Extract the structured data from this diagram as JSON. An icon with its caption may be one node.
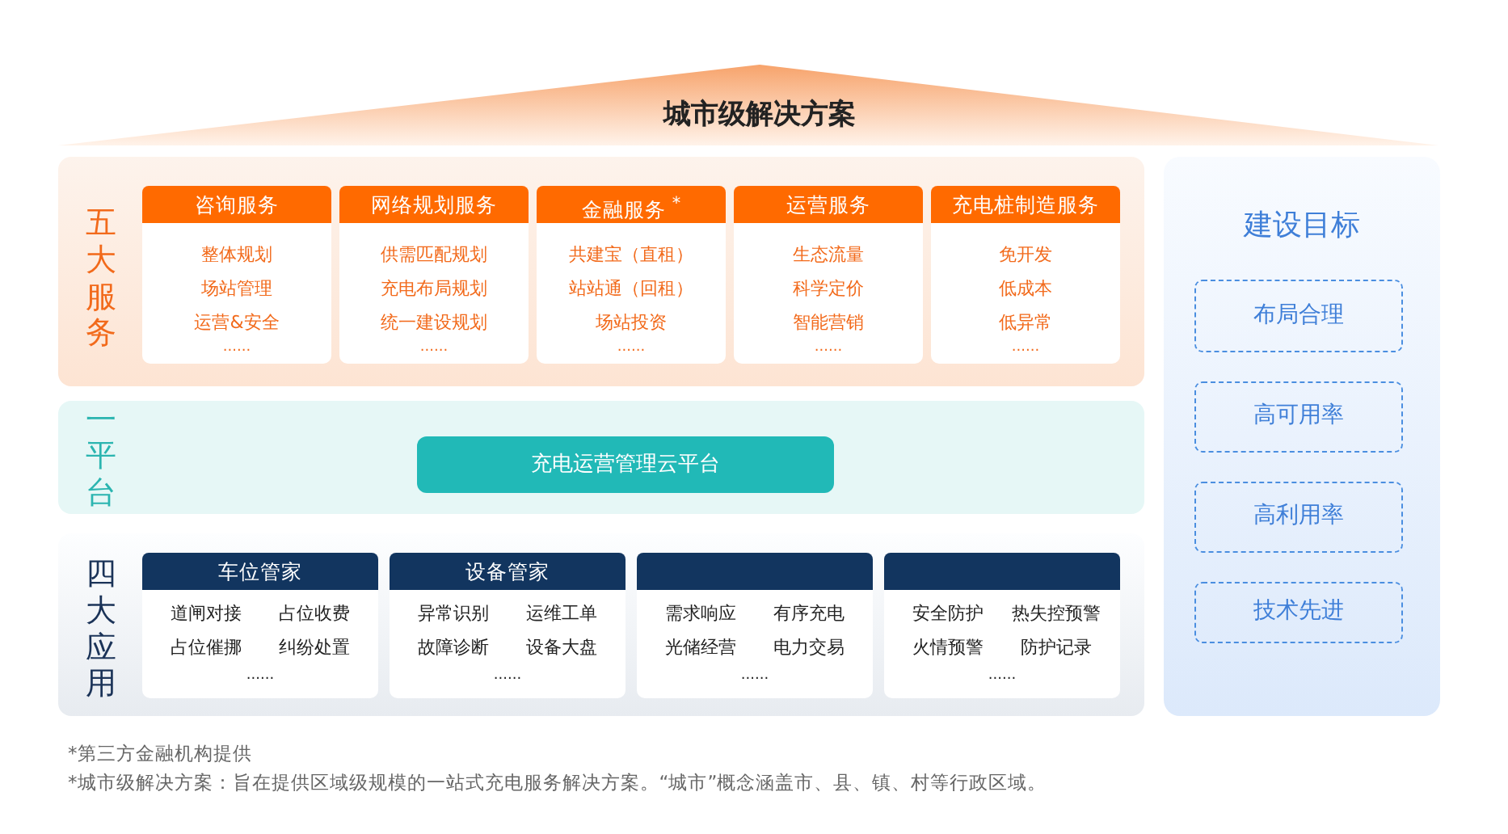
{
  "diagram": {
    "title": "城市级解决方案",
    "nodes": [
      {
        "text": [
          "五大服务"
        ]
      },
      {
        "text": [
          "咨询服务",
          "整体规划",
          "场站管理",
          "运营&安全",
          "......"
        ],
        "in": 0
      },
      {
        "text": [
          "网络规划服务",
          "供需匹配规划",
          "充电布局规划",
          "统一建设规划",
          "......"
        ],
        "in": 0
      },
      {
        "text": [
          "金融服务 $^{*}$",
          "共建宝（直租）",
          "站站通（回租）",
          "场站投资",
          "......"
        ],
        "in": 0
      },
      {
        "text": [
          "运营服务",
          "生态流量",
          "科学定价",
          "智能营销",
          "......"
        ],
        "in": 0
      },
      {
        "text": [
          "充电桩制造服务",
          "免开发",
          "低成本",
          "低异常",
          "......"
        ],
        "in": 0
      },
      {
        "text": [
          "一平台"
        ]
      },
      {
        "text": [
          "充电运营管理云平台"
        ],
        "in": 6
      },
      {
        "text": [
          "四大应用"
        ]
      },
      {
        "text": [
          "车位管家",
          "道闸对接",
          "占位收费",
          "占位催挪",
          "纠纷处置",
          "......"
        ],
        "in": 8
      },
      {
        "text": [
          "设备管家",
          "异常识别",
          "运维工单",
          "故障诊断",
          "设备大盘",
          "......"
        ],
        "in": 8
      },
      {
        "text": [
          "需求响应",
          "有序充电",
          "光储经营",
          "电力交易",
          "......"
        ],
        "in": 8
      },
      {
        "text": [
          "安全防护",
          "热失控预警",
          "火情预警",
          "防护记录",
          "......"
        ],
        "in": 8
      },
      {
        "text": [
          "建设目标"
        ]
      },
      {
        "text": [
          "布局合理"
        ],
        "in": 13
      },
      {
        "text": [
          "高可用率"
        ],
        "in": 13
      },
      {
        "text": [
          "高利用率"
        ],
        "in": 13
      },
      {
        "text": [
          "技术先进"
        ],
        "in": 13
      }
    ],
    "labels": [
      "*第三方金融机构提供",
      "*城市级解决方案：旨在提供区域级规模的一站式充电服务解决方案。“城市”概念涵盖市、县、镇、村等行政区域。"
    ]
  }
}
